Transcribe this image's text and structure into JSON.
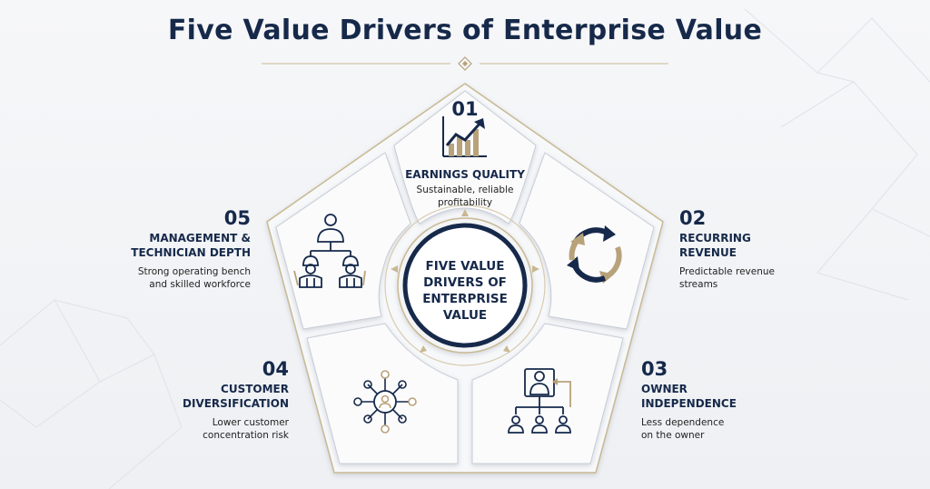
{
  "title": "Five Value Drivers of Enterprise Value",
  "center": {
    "line1": "FIVE VALUE",
    "line2": "DRIVERS OF",
    "line3": "ENTERPRISE",
    "line4": "VALUE"
  },
  "drivers": [
    {
      "number": "01",
      "heading_1": "EARNINGS QUALITY",
      "desc_1": "Sustainable, reliable",
      "desc_2": "profitability",
      "icon": "growth-chart-icon"
    },
    {
      "number": "02",
      "heading_1": "RECURRING",
      "heading_2": "REVENUE",
      "desc_1": "Predictable revenue",
      "desc_2": "streams",
      "icon": "recurring-arrows-icon"
    },
    {
      "number": "03",
      "heading_1": "OWNER",
      "heading_2": "INDEPENDENCE",
      "desc_1": "Less dependence",
      "desc_2": "on the owner",
      "icon": "org-chart-icon"
    },
    {
      "number": "04",
      "heading_1": "CUSTOMER",
      "heading_2": "DIVERSIFICATION",
      "desc_1": "Lower customer",
      "desc_2": "concentration risk",
      "icon": "customer-network-icon"
    },
    {
      "number": "05",
      "heading_1": "MANAGEMENT &",
      "heading_2": "TECHNICIAN DEPTH",
      "desc_1": "Strong operating bench",
      "desc_2": "and skilled workforce",
      "icon": "team-technicians-icon"
    }
  ],
  "colors": {
    "navy": "#16294a",
    "gold": "#b8a27a",
    "background": "#f2f3f5"
  }
}
